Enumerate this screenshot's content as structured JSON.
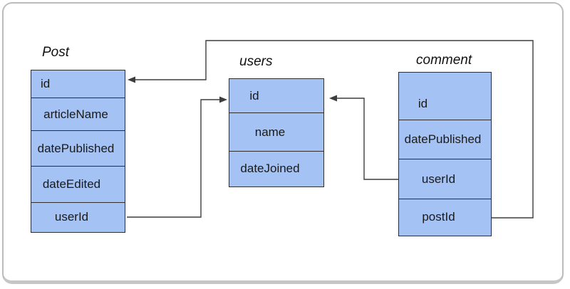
{
  "tables": {
    "post": {
      "title": "Post",
      "rows": [
        "id",
        "articleName",
        "datePublished",
        "dateEdited",
        "userId"
      ]
    },
    "users": {
      "title": "users",
      "rows": [
        "id",
        "name",
        "dateJoined"
      ]
    },
    "comment": {
      "title": "comment",
      "rows": [
        "id",
        "datePublished",
        "userId",
        "postId"
      ]
    }
  },
  "relationships": [
    {
      "from_table": "comment",
      "from_field": "postId",
      "to_table": "Post",
      "to_field": "id"
    },
    {
      "from_table": "Post",
      "from_field": "userId",
      "to_table": "users",
      "to_field": "id"
    },
    {
      "from_table": "comment",
      "from_field": "userId",
      "to_table": "users",
      "to_field": "id"
    }
  ],
  "colors": {
    "table_fill": "#a4c2f4",
    "table_border": "#2e2e2e",
    "connector": "#3d3d3d",
    "card_border": "#bcbcbc"
  }
}
